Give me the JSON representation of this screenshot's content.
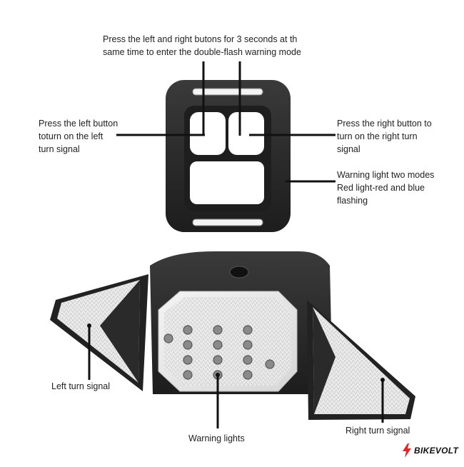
{
  "annotations": {
    "top": [
      "Press the left and right butons for 3 seconds at th",
      "same time to enter the double-flash warning mode"
    ],
    "left_button": [
      "Press the left button",
      "toturn on the left",
      "turn signal"
    ],
    "right_button": [
      "Press the right button to",
      "turn on the right turn",
      "signal"
    ],
    "warning_modes": [
      "Warning light two modes",
      "Red light-red and blue",
      "flashing"
    ],
    "left_turn": "Left turn signal",
    "warning_lights": "Warning lights",
    "right_turn": "Right turn signal"
  },
  "brand": {
    "name": "BIKEVOLT",
    "icon": "lightning-bolt-icon"
  },
  "colors": {
    "device_body": "#2c2c2c",
    "lens": "#e8e8e8",
    "led": "#8a8a8a",
    "accent": "#e3262c"
  }
}
